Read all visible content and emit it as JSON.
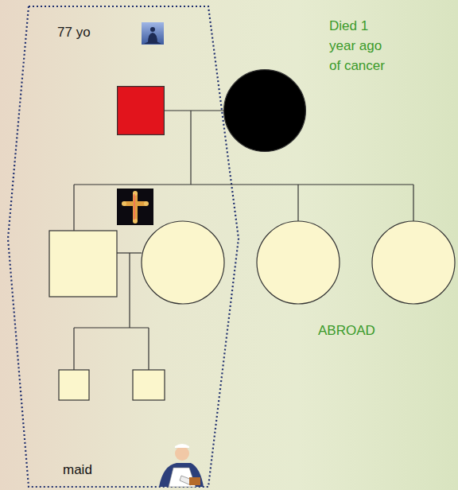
{
  "diagram": {
    "nodes": [
      {
        "text": [
          "77 yo"
        ]
      },
      {
        "text": [
          "Died 1 year ago of cancer"
        ]
      }
    ],
    "edges": [
      {
        "from": 0,
        "to": 1,
        "arrow": "none"
      }
    ],
    "labels": [
      "ABROAD",
      "maid"
    ]
  }
}
